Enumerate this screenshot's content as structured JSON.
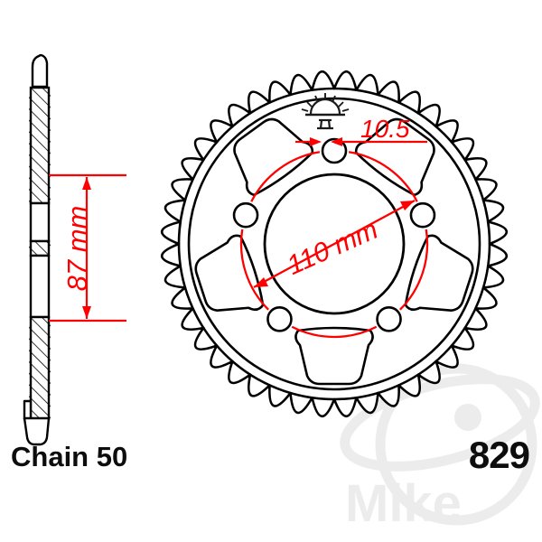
{
  "drawing": {
    "type": "technical-drawing",
    "subject": "motorcycle rear sprocket",
    "views": [
      "side cross-section profile",
      "front face view"
    ],
    "line_color": "#000000",
    "dimension_color": "#ff0000",
    "background": "#ffffff"
  },
  "labels": {
    "chain": "Chain 50",
    "part_number": "829"
  },
  "dimensions": {
    "bolt_hole_diameter": {
      "text": "10.5",
      "value": 10.5,
      "unit": "mm",
      "color": "#ff0000",
      "style": "italic"
    },
    "bolt_circle": {
      "text": "110 mm",
      "value": 110,
      "unit": "mm",
      "color": "#ff0000",
      "style": "italic"
    },
    "centre_bore": {
      "text": "87 mm",
      "value": 87,
      "unit": "mm",
      "color": "#ff0000",
      "style": "italic",
      "orientation": "vertical"
    }
  },
  "sprocket": {
    "teeth_count": 44,
    "bolt_holes": 5,
    "spoke_cutouts": 5,
    "stamp_logo": "sunrise-jt-logo"
  },
  "watermark": {
    "text": "Mike",
    "color": "#ececed"
  }
}
